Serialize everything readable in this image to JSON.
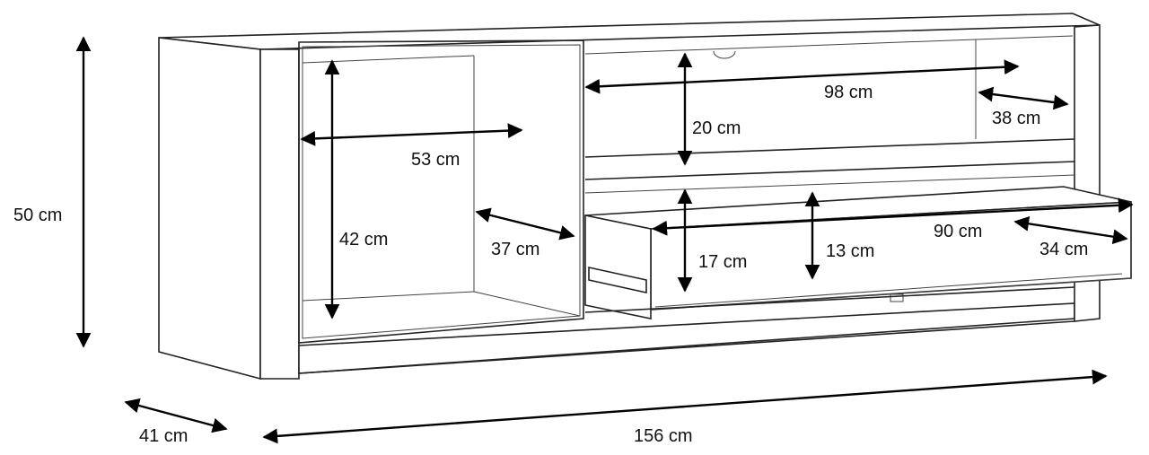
{
  "dimensions": {
    "height": "50 cm",
    "depth": "41 cm",
    "width": "156 cm",
    "left_compartment_width": "53 cm",
    "left_compartment_height": "42 cm",
    "left_compartment_depth": "37 cm",
    "shelf_width": "98 cm",
    "shelf_height": "20 cm",
    "shelf_depth": "38 cm",
    "drawer_width": "90 cm",
    "drawer_outer_height": "17 cm",
    "drawer_inner_height": "13 cm",
    "drawer_depth": "34 cm"
  }
}
